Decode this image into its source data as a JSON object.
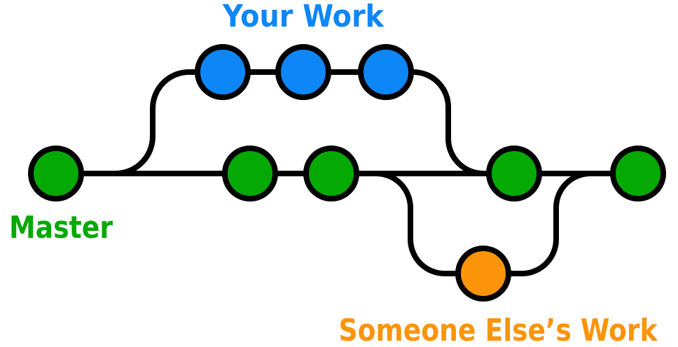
{
  "labels": {
    "your_work": "Your Work",
    "master": "Master",
    "someone_elses_work": "Someone Else’s Work"
  },
  "colors": {
    "master_green": "#04A904",
    "your_work_blue": "#0D87F7",
    "someone_orange": "#FB9409",
    "line_black": "#000000"
  },
  "diagram": {
    "type": "git-commit-graph",
    "branches": [
      {
        "name": "Master",
        "color": "#04A904",
        "commit_count": 5,
        "position": "center-line"
      },
      {
        "name": "Your Work",
        "color": "#0D87F7",
        "commit_count": 3,
        "position": "above-master",
        "forks_from": "Master",
        "merges_into": "Master"
      },
      {
        "name": "Someone Else’s Work",
        "color": "#FB9409",
        "commit_count": 1,
        "position": "below-master",
        "forks_from": "Master",
        "merges_into": "Master"
      }
    ]
  }
}
